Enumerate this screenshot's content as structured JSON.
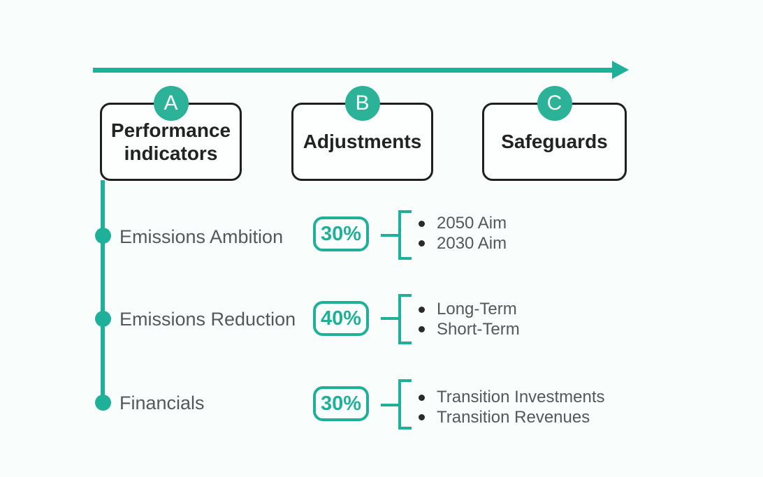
{
  "colors": {
    "teal": "#1fb099",
    "badge_teal": "#2cb298",
    "box_border": "#1f1f1f",
    "title_text": "#232222",
    "body_text": "#55585a",
    "background": "#f9fdfc"
  },
  "steps": [
    {
      "letter": "A",
      "title": "Performance indicators"
    },
    {
      "letter": "B",
      "title": "Adjustments"
    },
    {
      "letter": "C",
      "title": "Safeguards"
    }
  ],
  "rows": [
    {
      "label": "Emissions Ambition",
      "weight": "30%",
      "items": [
        "2050 Aim",
        "2030 Aim"
      ]
    },
    {
      "label": "Emissions Reduction",
      "weight": "40%",
      "items": [
        "Long-Term",
        "Short-Term"
      ]
    },
    {
      "label": "Financials",
      "weight": "30%",
      "items": [
        "Transition Investments",
        "Transition Revenues"
      ]
    }
  ]
}
